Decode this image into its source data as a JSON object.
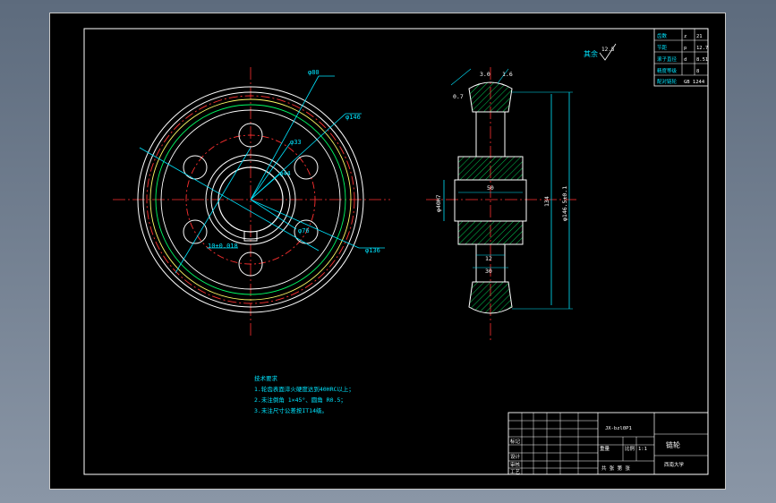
{
  "drawing": {
    "roughness_label": "其余",
    "roughness_value": "12.5",
    "drawing_number": "JX-bzl0P1",
    "part_name": "链轮",
    "notes_title": "技术要求",
    "notes": [
      "1.轮齿表面淬火硬度达到40HRC以上；",
      "2.未注倒角 1×45°、圆角 R0.5；",
      "3.未注尺寸公差按IT14级。"
    ],
    "dimensions": {
      "d80": "φ80",
      "d146": "φ146",
      "d33": "φ33",
      "d44": "φ44",
      "d76": "φ76",
      "d136": "φ136",
      "keyway": "10±0.018",
      "pitch": "3.0",
      "fillet": "1.6",
      "angle": "0.7",
      "bore_h": "φ40H7",
      "hub_len": "50",
      "hub_w": "30",
      "rim_w": "12",
      "height": "134",
      "outer": "φ146.5±0.1"
    },
    "params": [
      {
        "label": "齿数",
        "sym": "z",
        "val": "21"
      },
      {
        "label": "节距",
        "sym": "p",
        "val": "12.7"
      },
      {
        "label": "滚子直径",
        "sym": "d",
        "val": "8.51"
      },
      {
        "label": "精度等级",
        "sym": "",
        "val": "8"
      },
      {
        "label": "配对链轮",
        "sym": "",
        "val": "GB 1244"
      }
    ],
    "title_block": {
      "row_label_a": "标记",
      "row_label_b": "设计",
      "row_label_c": "审核",
      "row_label_d": "工艺",
      "scale_label": "比例",
      "scale": "1:1",
      "weight_label": "重量",
      "sheet_label": "共 张 第 张",
      "company": "西南大学"
    }
  }
}
